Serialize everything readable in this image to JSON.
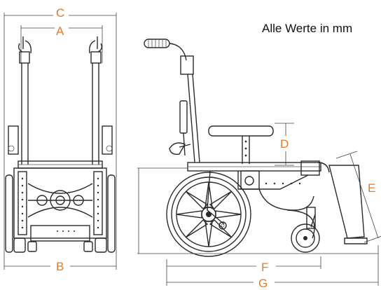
{
  "caption": "Alle Werte in mm",
  "colors": {
    "accent": "#e07b2b",
    "line": "#2a2a2a"
  },
  "dimensions": {
    "a": "A",
    "b": "B",
    "c": "C",
    "d": "D",
    "e": "E",
    "f": "F",
    "g": "G"
  }
}
